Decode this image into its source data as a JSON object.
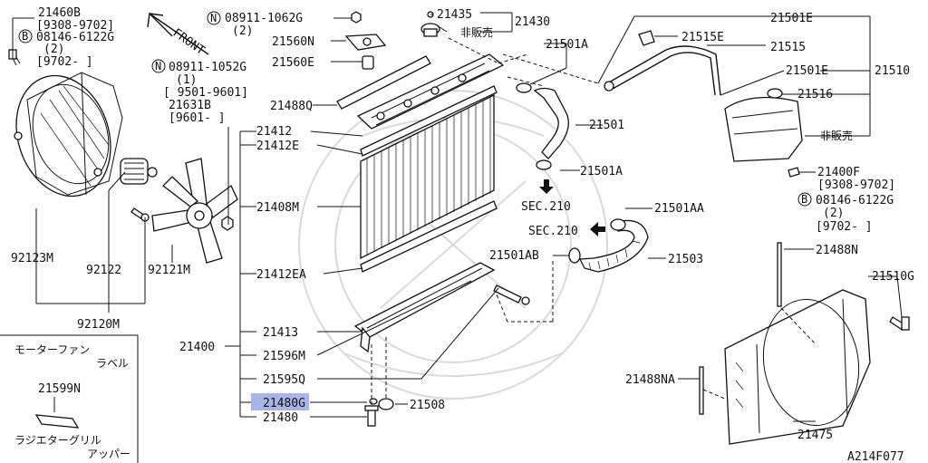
{
  "diagram_id": "A214F077",
  "front_label": "FRONT",
  "sec_refs": [
    "SEC.210",
    "SEC.210"
  ],
  "highlighted_part": "21480G",
  "callouts": {
    "c21460B": "21460B",
    "c21460B_date": "[9308-9702]",
    "c21460B_bolt_code": "B",
    "c21460B_bolt": "08146-6122G",
    "c21460B_qty": "(2)",
    "c21460B_date2": "[9702-     ]",
    "c08911_1062G_code": "N",
    "c08911_1062G": "08911-1062G",
    "c08911_1062G_qty": "(2)",
    "c21560N": "21560N",
    "c21560E": "21560E",
    "c08911_1052G_code": "N",
    "c08911_1052G": "08911-1052G",
    "c08911_1052G_qty": "(1)",
    "c08911_1052G_date": "[ 9501-9601]",
    "c21631B": "21631B",
    "c21631B_date": "[9601-    ]",
    "c21488Q": "21488Q",
    "c21435": "21435",
    "c21430": "21430",
    "c_not_sold_1": "非販売",
    "c21501A_top": "21501A",
    "c21501": "21501",
    "c21501A_mid": "21501A",
    "c21501E_top": "21501E",
    "c21515E": "21515E",
    "c21515": "21515",
    "c21501E_mid": "21501E",
    "c21510": "21510",
    "c21516": "21516",
    "c_not_sold_2": "非販売",
    "c21400F": "21400F",
    "c21400F_date": "[9308-9702]",
    "c21400F_bolt_code": "B",
    "c21400F_bolt": "08146-6122G",
    "c21400F_qty": "(2)",
    "c21400F_date2": "[9702-     ]",
    "c21412": "21412",
    "c21412E": "21412E",
    "c21408M": "21408M",
    "c21412EA": "21412EA",
    "c21400": "21400",
    "c21413": "21413",
    "c21596M": "21596M",
    "c21595Q": "21595Q",
    "c21480G": "21480G",
    "c21480": "21480",
    "c21508": "21508",
    "c21501AA": "21501AA",
    "c21501AB": "21501AB",
    "c21503": "21503",
    "c21488N": "21488N",
    "c21510G": "21510G",
    "c21488NA": "21488NA",
    "c21475": "21475",
    "c92123M": "92123M",
    "c92122": "92122",
    "c92121M": "92121M",
    "c92120M": "92120M"
  },
  "legend": {
    "motor_fan_label_l1": "モーターファン",
    "motor_fan_label_l2": "ラベル",
    "part_21599N": "21599N",
    "grille_label_l1": "ラジエターグリル",
    "grille_label_l2": "アッパー"
  }
}
